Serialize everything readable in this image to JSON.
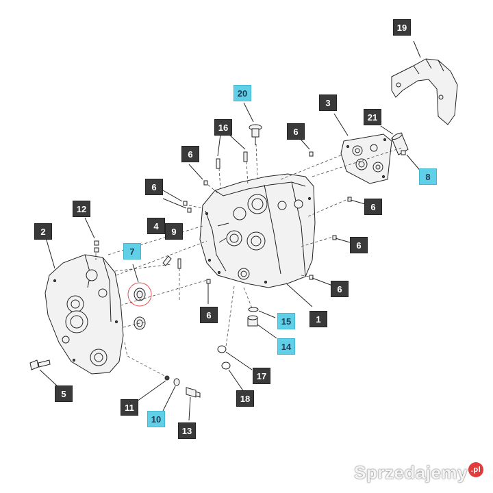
{
  "callouts": [
    {
      "id": "c19",
      "label": "19",
      "style": "dark"
    },
    {
      "id": "c20",
      "label": "20",
      "style": "hl"
    },
    {
      "id": "c3",
      "label": "3",
      "style": "dark"
    },
    {
      "id": "c16",
      "label": "16",
      "style": "dark"
    },
    {
      "id": "c6a",
      "label": "6",
      "style": "dark"
    },
    {
      "id": "c21",
      "label": "21",
      "style": "dark"
    },
    {
      "id": "c6b",
      "label": "6",
      "style": "dark"
    },
    {
      "id": "c8",
      "label": "8",
      "style": "hl"
    },
    {
      "id": "c6c",
      "label": "6",
      "style": "dark"
    },
    {
      "id": "c6d",
      "label": "6",
      "style": "dark"
    },
    {
      "id": "c12",
      "label": "12",
      "style": "dark"
    },
    {
      "id": "c2",
      "label": "2",
      "style": "dark"
    },
    {
      "id": "c4",
      "label": "4",
      "style": "dark"
    },
    {
      "id": "c9",
      "label": "9",
      "style": "dark"
    },
    {
      "id": "c6e",
      "label": "6",
      "style": "dark"
    },
    {
      "id": "c7",
      "label": "7",
      "style": "hl"
    },
    {
      "id": "c6f",
      "label": "6",
      "style": "dark"
    },
    {
      "id": "c6g",
      "label": "6",
      "style": "dark"
    },
    {
      "id": "c15",
      "label": "15",
      "style": "hl"
    },
    {
      "id": "c1",
      "label": "1",
      "style": "dark"
    },
    {
      "id": "c14",
      "label": "14",
      "style": "hl"
    },
    {
      "id": "c5",
      "label": "5",
      "style": "dark"
    },
    {
      "id": "c17",
      "label": "17",
      "style": "dark"
    },
    {
      "id": "c18",
      "label": "18",
      "style": "dark"
    },
    {
      "id": "c11",
      "label": "11",
      "style": "dark"
    },
    {
      "id": "c10",
      "label": "10",
      "style": "hl"
    },
    {
      "id": "c13",
      "label": "13",
      "style": "dark"
    }
  ],
  "colors": {
    "callout_dark": "#3a3a3a",
    "callout_highlight": "#5fd0e8",
    "highlight_ring": "#e05050",
    "watermark_badge": "#e23b3b"
  },
  "watermark": {
    "text": "Sprzedajemy",
    "badge": ".pl"
  }
}
